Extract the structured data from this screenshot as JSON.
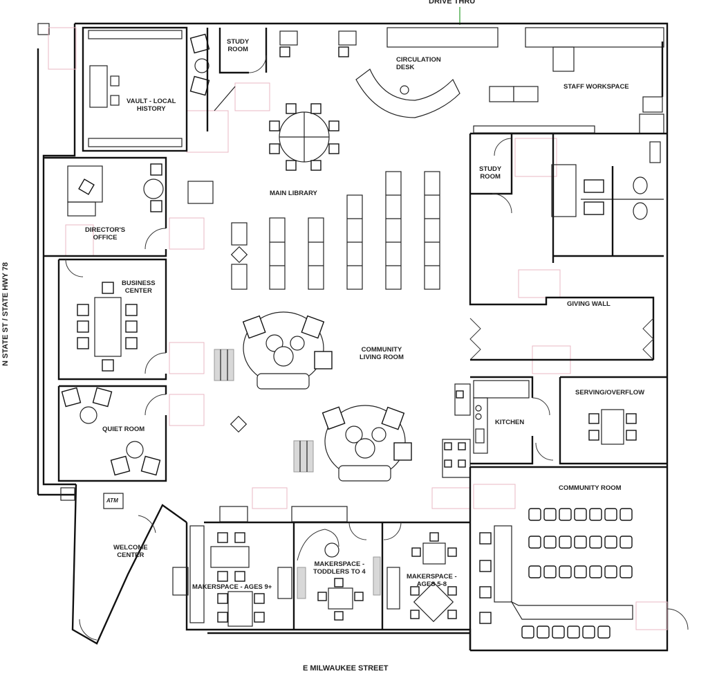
{
  "streets": {
    "top": "DRIVE THRU",
    "bottom": "E MILWAUKEE STREET",
    "left": "N STATE ST / STATE HWY 78"
  },
  "rooms": {
    "study_room_top": "STUDY\nROOM",
    "vault": "VAULT - LOCAL\nHISTORY",
    "circulation": "CIRCULATION\nDESK",
    "staff": "STAFF WORKSPACE",
    "main_library": "MAIN LIBRARY",
    "study_room_right": "STUDY\nROOM",
    "directors_office": "DIRECTOR'S\nOFFICE",
    "business_center": "BUSINESS\nCENTER",
    "giving_wall": "GIVING WALL",
    "community_living": "COMMUNITY\nLIVING ROOM",
    "quiet_room": "QUIET ROOM",
    "kitchen": "KITCHEN",
    "serving": "SERVING/OVERFLOW",
    "community_room": "COMMUNITY ROOM",
    "atm": "ATM",
    "welcome_center": "WELCOME\nCENTER",
    "makerspace_toddlers": "MAKERSPACE -\nTODDLERS TO 4",
    "makerspace_9": "MAKERSPACE - AGES 9+",
    "makerspace_5": "MAKERSPACE -\nAGES 5-8"
  },
  "colors": {
    "wall": "#111111",
    "door_swing_overlay": "#e8b7c3",
    "background": "#ffffff"
  }
}
